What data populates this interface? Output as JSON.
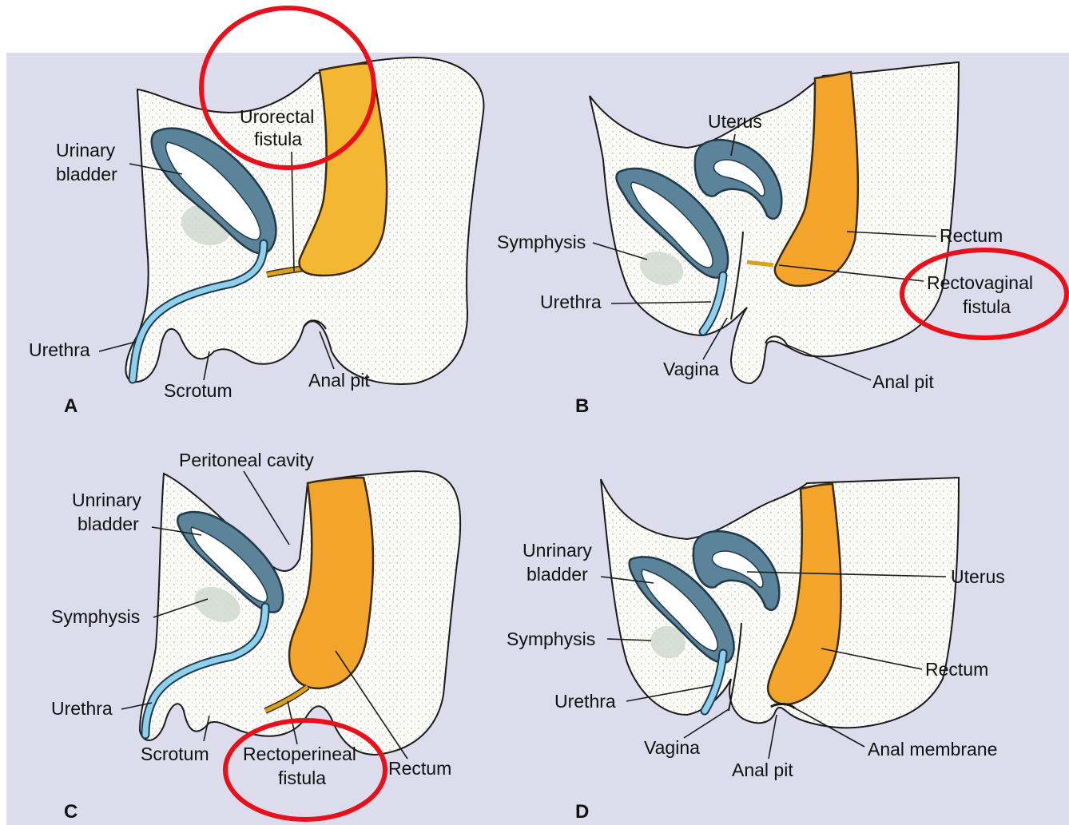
{
  "colors": {
    "background_panel": "#dcdcec",
    "bladder": "#5b8399",
    "rectum": "#f3a52b",
    "urethra": "#8fd0ee",
    "highlight_circle": "#e8101a"
  },
  "panels": {
    "A": {
      "letter": "A",
      "labels": {
        "urinary_bladder_1": "Urinary",
        "urinary_bladder_2": "bladder",
        "urorectal_fistula_1": "Urorectal",
        "urorectal_fistula_2": "fistula",
        "urethra": "Urethra",
        "scrotum": "Scrotum",
        "anal_pit": "Anal pit"
      }
    },
    "B": {
      "letter": "B",
      "labels": {
        "uterus": "Uterus",
        "symphysis": "Symphysis",
        "rectum": "Rectum",
        "rectovaginal_fistula_1": "Rectovaginal",
        "rectovaginal_fistula_2": "fistula",
        "urethra": "Urethra",
        "vagina": "Vagina",
        "anal_pit": "Anal pit"
      }
    },
    "C": {
      "letter": "C",
      "labels": {
        "peritoneal_cavity": "Peritoneal cavity",
        "unrinary_bladder_1": "Unrinary",
        "unrinary_bladder_2": "bladder",
        "symphysis": "Symphysis",
        "urethra": "Urethra",
        "scrotum": "Scrotum",
        "rectoperineal_fistula_1": "Rectoperineal",
        "rectoperineal_fistula_2": "fistula",
        "rectum": "Rectum"
      }
    },
    "D": {
      "letter": "D",
      "labels": {
        "unrinary_bladder_1": "Unrinary",
        "unrinary_bladder_2": "bladder",
        "uterus": "Uterus",
        "symphysis": "Symphysis",
        "rectum": "Rectum",
        "urethra": "Urethra",
        "vagina": "Vagina",
        "anal_membrane": "Anal membrane",
        "anal_pit": "Anal pit"
      }
    }
  }
}
